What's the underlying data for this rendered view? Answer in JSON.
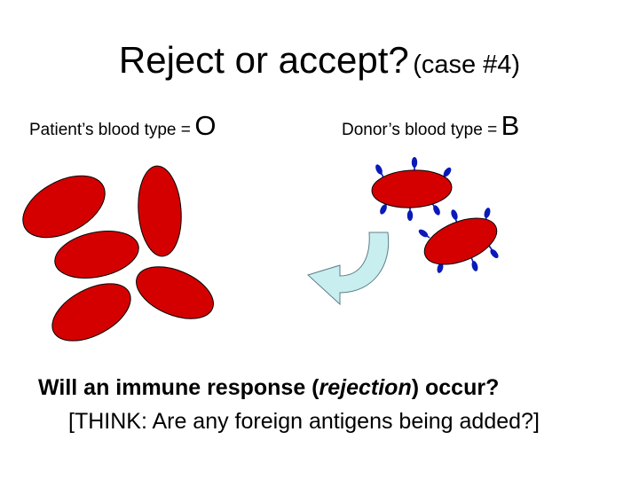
{
  "title": {
    "main": "Reject or accept?",
    "sub": "(case #4)"
  },
  "patient": {
    "label": "Patient’s blood type =",
    "type": "O"
  },
  "donor": {
    "label": "Donor’s blood type =",
    "type": "B"
  },
  "colors": {
    "red_cell_fill": "#d40000",
    "cell_outline": "#000000",
    "antigen": "#0a1ab8",
    "arrow_fill": "#c9eef0",
    "arrow_outline": "#5b7f86"
  },
  "question": {
    "pre": "Will an immune response (",
    "emph": "rejection",
    "post": ") occur?"
  },
  "think": "[THINK: Are any foreign antigens being added?]"
}
